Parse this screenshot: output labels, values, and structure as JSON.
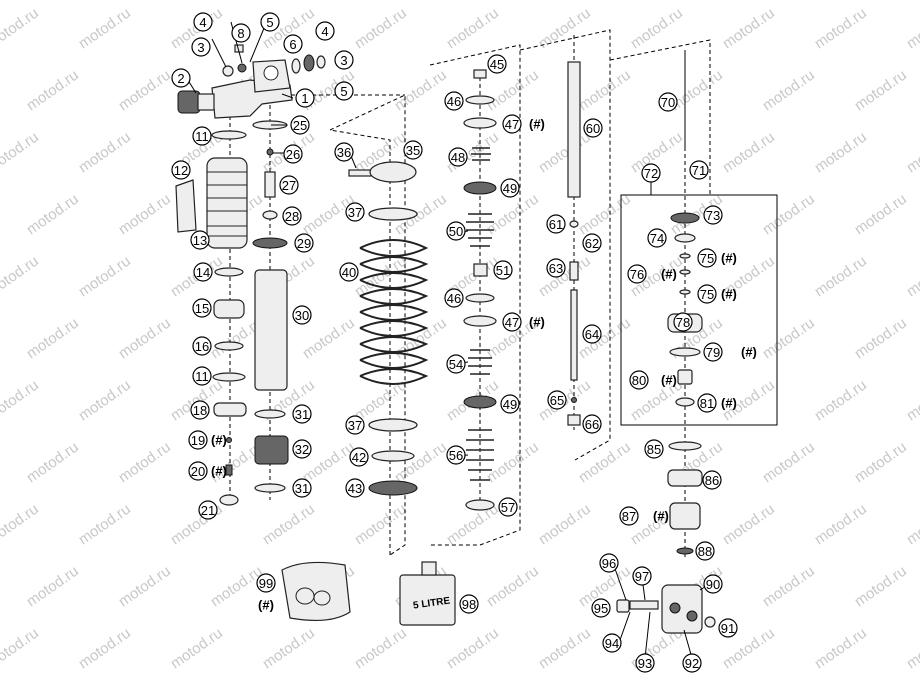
{
  "watermark": "motod.ru",
  "hash_mark": "(#)",
  "oil_can_text": "5 LITRE",
  "callouts": [
    {
      "n": "1",
      "hash": false
    },
    {
      "n": "2",
      "hash": false
    },
    {
      "n": "3",
      "hash": false
    },
    {
      "n": "4",
      "hash": false
    },
    {
      "n": "8",
      "hash": false
    },
    {
      "n": "5",
      "hash": false
    },
    {
      "n": "6",
      "hash": false
    },
    {
      "n": "4",
      "hash": false
    },
    {
      "n": "3",
      "hash": false
    },
    {
      "n": "5",
      "hash": false
    },
    {
      "n": "11",
      "hash": false
    },
    {
      "n": "25",
      "hash": false
    },
    {
      "n": "26",
      "hash": false
    },
    {
      "n": "12",
      "hash": false
    },
    {
      "n": "27",
      "hash": false
    },
    {
      "n": "28",
      "hash": false
    },
    {
      "n": "13",
      "hash": false
    },
    {
      "n": "29",
      "hash": false
    },
    {
      "n": "14",
      "hash": false
    },
    {
      "n": "15",
      "hash": false
    },
    {
      "n": "30",
      "hash": false
    },
    {
      "n": "16",
      "hash": false
    },
    {
      "n": "11",
      "hash": false
    },
    {
      "n": "18",
      "hash": false
    },
    {
      "n": "31",
      "hash": false
    },
    {
      "n": "19",
      "hash": true
    },
    {
      "n": "32",
      "hash": false
    },
    {
      "n": "20",
      "hash": true
    },
    {
      "n": "31",
      "hash": false
    },
    {
      "n": "21",
      "hash": false
    },
    {
      "n": "36",
      "hash": false
    },
    {
      "n": "35",
      "hash": false
    },
    {
      "n": "37",
      "hash": false
    },
    {
      "n": "40",
      "hash": false
    },
    {
      "n": "37",
      "hash": false
    },
    {
      "n": "42",
      "hash": false
    },
    {
      "n": "43",
      "hash": false
    },
    {
      "n": "45",
      "hash": false
    },
    {
      "n": "46",
      "hash": false
    },
    {
      "n": "47",
      "hash": true
    },
    {
      "n": "48",
      "hash": false
    },
    {
      "n": "49",
      "hash": false
    },
    {
      "n": "50",
      "hash": false
    },
    {
      "n": "51",
      "hash": false
    },
    {
      "n": "46",
      "hash": false
    },
    {
      "n": "47",
      "hash": true
    },
    {
      "n": "54",
      "hash": false
    },
    {
      "n": "49",
      "hash": false
    },
    {
      "n": "56",
      "hash": false
    },
    {
      "n": "57",
      "hash": false
    },
    {
      "n": "60",
      "hash": false
    },
    {
      "n": "61",
      "hash": false
    },
    {
      "n": "62",
      "hash": false
    },
    {
      "n": "63",
      "hash": false
    },
    {
      "n": "64",
      "hash": false
    },
    {
      "n": "65",
      "hash": false
    },
    {
      "n": "66",
      "hash": false
    },
    {
      "n": "70",
      "hash": false
    },
    {
      "n": "71",
      "hash": false
    },
    {
      "n": "72",
      "hash": false
    },
    {
      "n": "73",
      "hash": false
    },
    {
      "n": "74",
      "hash": false
    },
    {
      "n": "75",
      "hash": true
    },
    {
      "n": "76",
      "hash": true
    },
    {
      "n": "75",
      "hash": true
    },
    {
      "n": "78",
      "hash": false
    },
    {
      "n": "79",
      "hash": true
    },
    {
      "n": "80",
      "hash": true
    },
    {
      "n": "81",
      "hash": true
    },
    {
      "n": "85",
      "hash": false
    },
    {
      "n": "86",
      "hash": false
    },
    {
      "n": "87",
      "hash": true
    },
    {
      "n": "88",
      "hash": false
    },
    {
      "n": "96",
      "hash": false
    },
    {
      "n": "97",
      "hash": false
    },
    {
      "n": "90",
      "hash": false
    },
    {
      "n": "95",
      "hash": false
    },
    {
      "n": "91",
      "hash": false
    },
    {
      "n": "94",
      "hash": false
    },
    {
      "n": "93",
      "hash": false
    },
    {
      "n": "92",
      "hash": false
    },
    {
      "n": "99",
      "hash": true
    },
    {
      "n": "98",
      "hash": false
    }
  ]
}
